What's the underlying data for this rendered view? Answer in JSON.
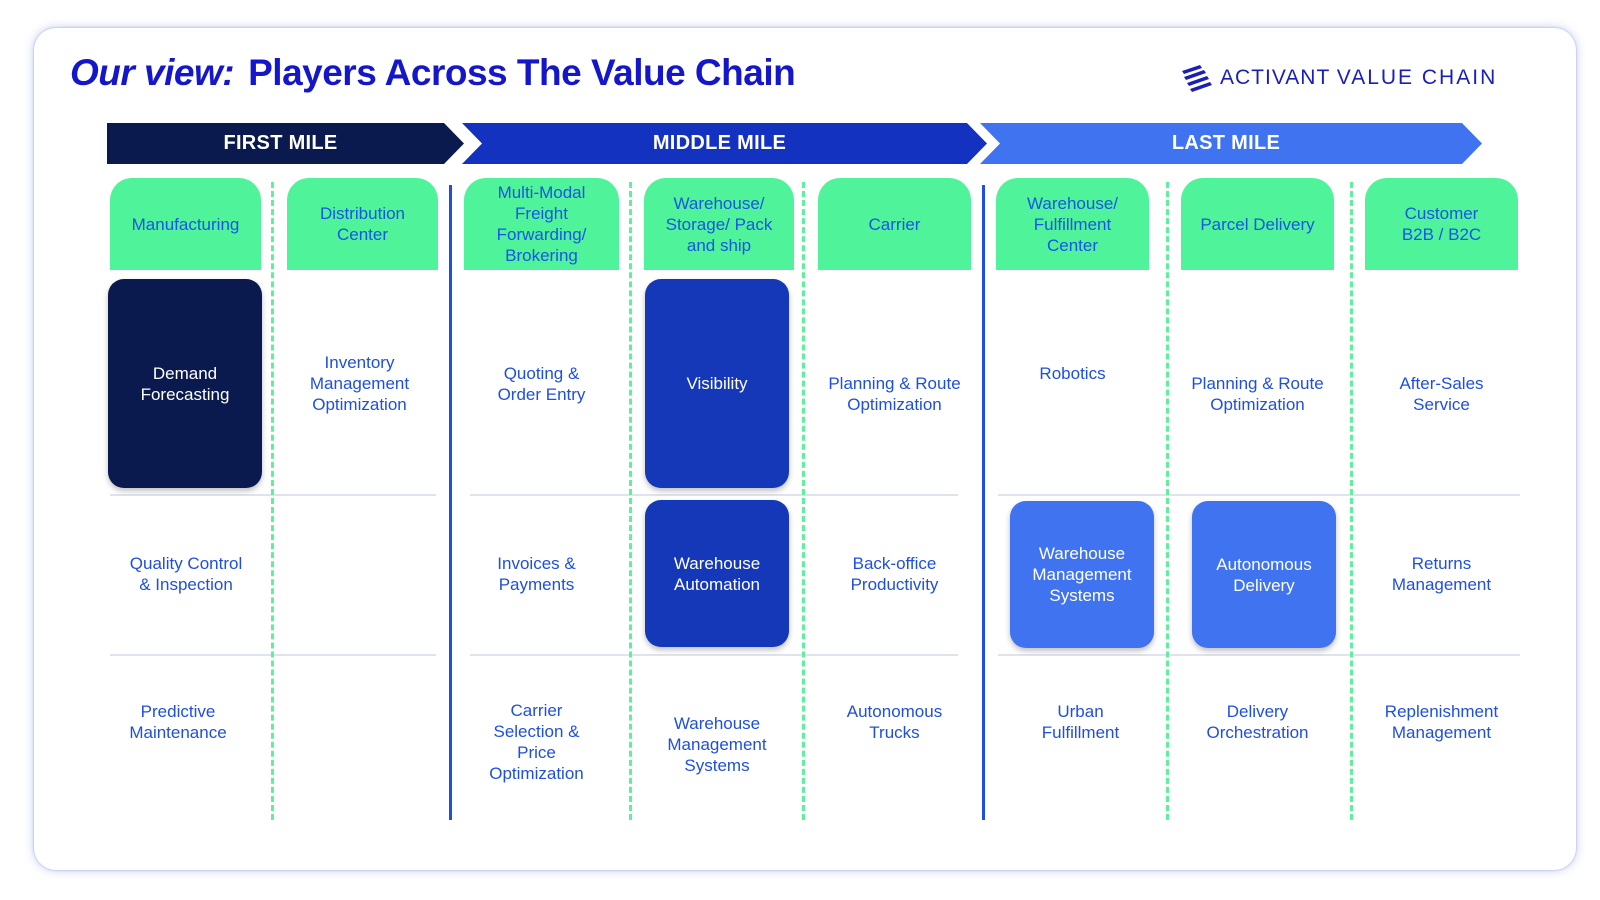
{
  "title": {
    "italic": "Our view:",
    "main": "Players Across The Value Chain"
  },
  "logo": {
    "bold": "ACTIVANT",
    "light": "VALUE CHAIN"
  },
  "bands": {
    "first": "FIRST MILE",
    "middle": "MIDDLE MILE",
    "last": "LAST MILE"
  },
  "columns": [
    "Manufacturing",
    "Distribution\nCenter",
    "Multi-Modal\nFreight\nForwarding/\nBrokering",
    "Warehouse/\nStorage/ Pack\nand ship",
    "Carrier",
    "Warehouse/\nFulfillment\nCenter",
    "Parcel Delivery",
    "Customer\nB2B / B2C"
  ],
  "rows": [
    [
      "Demand\nForecasting",
      "Inventory\nManagement\nOptimization",
      "Quoting &\nOrder Entry",
      "Visibility",
      "Planning & Route\nOptimization",
      "Robotics",
      "Planning & Route\nOptimization",
      "After-Sales\nService"
    ],
    [
      "Quality Control\n& Inspection",
      "",
      "Invoices &\nPayments",
      "Warehouse\nAutomation",
      "Back-office\nProductivity",
      "Warehouse\nManagement\nSystems",
      "Autonomous\nDelivery",
      "Returns\nManagement"
    ],
    [
      "Predictive\nMaintenance",
      "",
      "Carrier\nSelection &\nPrice\nOptimization",
      "Warehouse\nManagement\nSystems",
      "Autonomous\nTrucks",
      "Urban\nFulfillment",
      "Delivery\nOrchestration",
      "Replenishment\nManagement"
    ]
  ],
  "colors": {
    "navy": "#0b1a4e",
    "royal": "#1438b8",
    "bright": "#3f73ef",
    "green": "#4ff39a",
    "text_blue": "#1f4fe0",
    "title_blue": "#1417c9"
  }
}
